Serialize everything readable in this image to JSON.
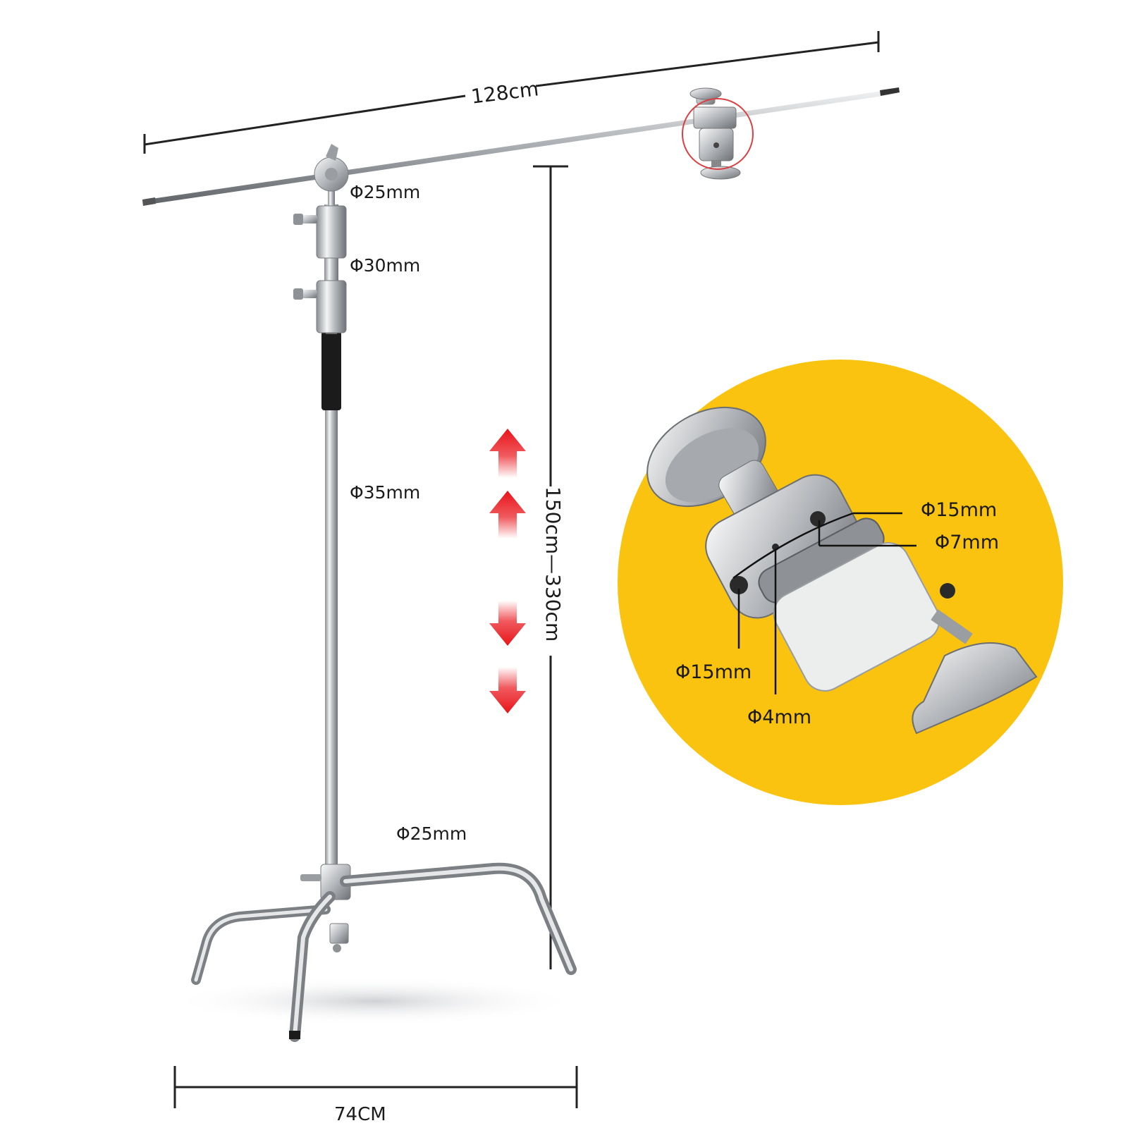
{
  "labels": {
    "boom_length": "128cm",
    "top_section_diameter": "Φ25mm",
    "middle_section_diameter": "Φ30mm",
    "lower_section_diameter": "Φ35mm",
    "leg_diameter": "Φ25mm",
    "height_range": "150cm—330cm",
    "base_width": "74CM"
  },
  "grip_head_detail": {
    "labels": [
      "Φ15mm",
      "Φ7mm",
      "Φ15mm",
      "Φ4mm"
    ],
    "badge_color": "#F9C30F"
  },
  "colors": {
    "arrow": "#E8141A",
    "metal": "#C9CBCE",
    "dimension_line": "#222222"
  },
  "icons": {
    "height_adjust": [
      "arrow-up-icon",
      "arrow-up-icon",
      "arrow-down-icon",
      "arrow-down-icon"
    ]
  }
}
